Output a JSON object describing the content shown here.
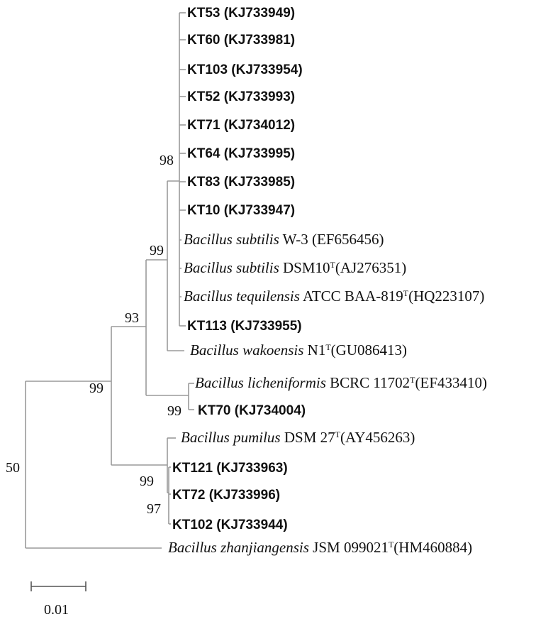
{
  "taxa": [
    {
      "id": "t0",
      "bold": "KT53 (KJ733949)"
    },
    {
      "id": "t1",
      "bold": "KT60 (KJ733981)"
    },
    {
      "id": "t2",
      "bold": "KT103 (KJ733954)"
    },
    {
      "id": "t3",
      "bold": "KT52 (KJ733993)"
    },
    {
      "id": "t4",
      "bold": "KT71 (KJ734012)"
    },
    {
      "id": "t5",
      "bold": "KT64 (KJ733995)"
    },
    {
      "id": "t6",
      "bold": "KT83 (KJ733985)"
    },
    {
      "id": "t7",
      "bold": "KT10 (KJ733947)"
    },
    {
      "id": "t8",
      "italic": "Bacillus subtilis",
      "rest": " W-3 (EF656456)"
    },
    {
      "id": "t9",
      "italic": "Bacillus subtilis",
      "rest": " DSM10",
      "sup": "T",
      "tail": "(AJ276351)"
    },
    {
      "id": "t10",
      "italic": "Bacillus tequilensis",
      "rest": " ATCC BAA-819",
      "sup": "T",
      "tail": "(HQ223107)"
    },
    {
      "id": "t11",
      "bold": "KT113 (KJ733955)"
    },
    {
      "id": "t12",
      "italic": "Bacillus wakoensis",
      "rest": " N1",
      "sup": "T",
      "tail": "(GU086413)"
    },
    {
      "id": "t13",
      "italic": "Bacillus licheniformis",
      "rest": " BCRC 11702",
      "sup": "T",
      "tail": "(EF433410)"
    },
    {
      "id": "t14",
      "bold": "KT70 (KJ734004)"
    },
    {
      "id": "t15",
      "italic": "Bacillus pumilus",
      "rest": " DSM 27",
      "sup": "T",
      "tail": "(AY456263)"
    },
    {
      "id": "t16",
      "bold": "KT121 (KJ733963)"
    },
    {
      "id": "t17",
      "bold": "KT72 (KJ733996)"
    },
    {
      "id": "t18",
      "bold": "KT102 (KJ733944)"
    },
    {
      "id": "t19",
      "italic": "Bacillus zhanjiangensis",
      "rest": " JSM 099021",
      "sup": "T",
      "tail": "(HM460884)"
    }
  ],
  "bootstrap": [
    "98",
    "99",
    "93",
    "99",
    "99",
    "99",
    "97",
    "50"
  ],
  "scale_bar": {
    "label": "0.01"
  }
}
